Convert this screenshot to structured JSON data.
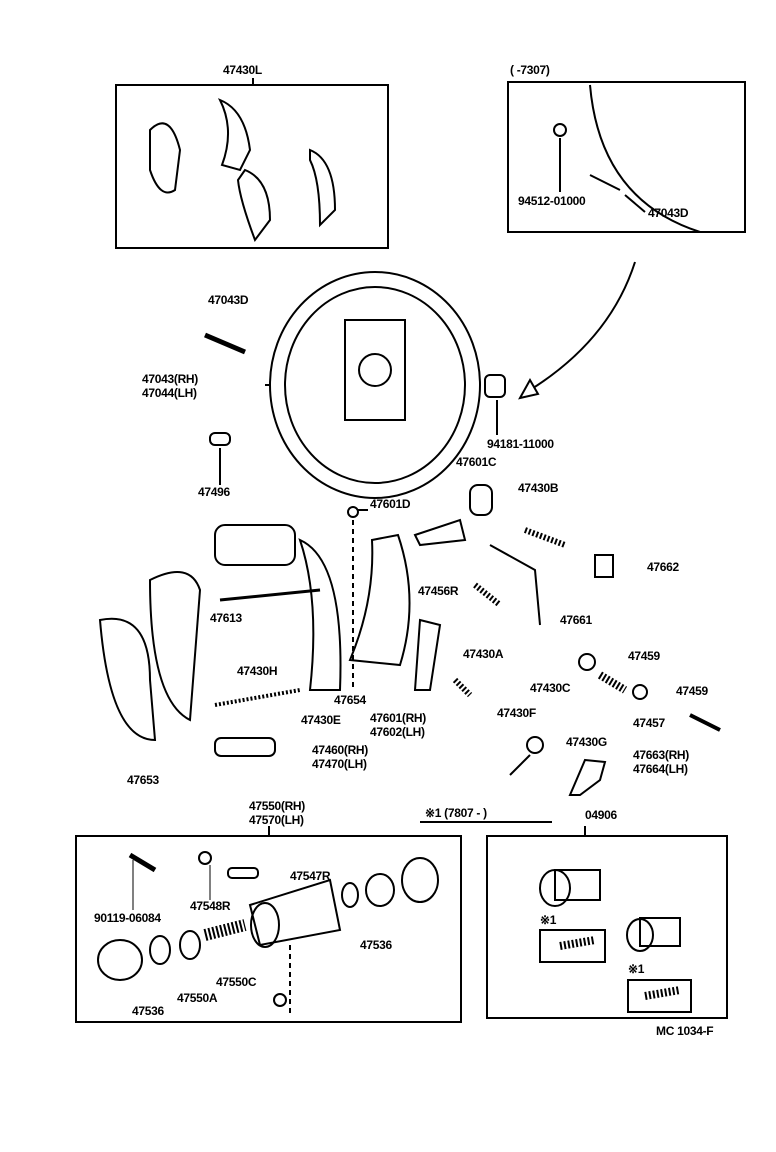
{
  "diagram_code": "MC 1034-F",
  "sections": {
    "shoe_kit": {
      "label": "47430L"
    },
    "early_inset": {
      "range": "(          -7307)",
      "parts": [
        "94512-01000",
        "47043D"
      ]
    },
    "wheel_cylinder": {
      "label_rh": "47550(RH)",
      "label_lh": "47570(LH)"
    },
    "late_kit": {
      "note": "※1   (7807 -        )",
      "label": "04906",
      "marker_a": "※1",
      "marker_b": "※1"
    }
  },
  "parts": {
    "p47043D": "47043D",
    "p47043": "47043(RH)",
    "p47044": "47044(LH)",
    "p94181": "94181-11000",
    "p47601C": "47601C",
    "p47496": "47496",
    "p47601D": "47601D",
    "p47430B": "47430B",
    "p47662": "47662",
    "p47456R": "47456R",
    "p47661": "47661",
    "p47613": "47613",
    "p47430A": "47430A",
    "p47430H": "47430H",
    "p47459a": "47459",
    "p47430C": "47430C",
    "p47459b": "47459",
    "p47430E": "47430E",
    "p47654": "47654",
    "p47601": "47601(RH)",
    "p47602": "47602(LH)",
    "p47430F": "47430F",
    "p47457": "47457",
    "p47460": "47460(RH)",
    "p47470": "47470(LH)",
    "p47430G": "47430G",
    "p47663": "47663(RH)",
    "p47664": "47664(LH)",
    "p47653": "47653",
    "p47547R": "47547R",
    "p47548R": "47548R",
    "p90119": "90119-06084",
    "p47536a": "47536",
    "p47550C": "47550C",
    "p47550A": "47550A",
    "p47536b": "47536"
  }
}
